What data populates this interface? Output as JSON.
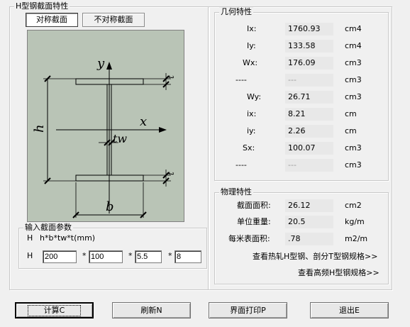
{
  "left_group": {
    "title": "H型钢截面特性",
    "tabs": [
      {
        "label": "对称截面",
        "active": true
      },
      {
        "label": "不对称截面",
        "active": false
      }
    ]
  },
  "diagram": {
    "y_label": "y",
    "x_label": "x",
    "h_label": "h",
    "b_label": "b",
    "t_label": "t",
    "tw_label": "tw"
  },
  "input_group": {
    "title": "输入截面参数",
    "formula_prefix": "H",
    "formula": "h*b*tw*t(mm)",
    "row_label": "H",
    "separator": "*",
    "values": [
      "200",
      "100",
      "5.5",
      "8"
    ]
  },
  "geometry": {
    "title": "几何特性",
    "rows": [
      {
        "label": "Ix:",
        "value": "1760.93",
        "unit": "cm4"
      },
      {
        "label": "Iy:",
        "value": "133.58",
        "unit": "cm4"
      },
      {
        "label": "Wx:",
        "value": "176.09",
        "unit": "cm3"
      },
      {
        "label": "----",
        "value": "---",
        "unit": "cm3"
      },
      {
        "label": "Wy:",
        "value": "26.71",
        "unit": "cm3"
      },
      {
        "label": "ix:",
        "value": "8.21",
        "unit": "cm"
      },
      {
        "label": "iy:",
        "value": "2.26",
        "unit": "cm"
      },
      {
        "label": "Sx:",
        "value": "100.07",
        "unit": "cm3"
      },
      {
        "label": "----",
        "value": "---",
        "unit": "cm3"
      }
    ]
  },
  "physical": {
    "title": "物理特性",
    "rows": [
      {
        "label": "截面面积:",
        "value": "26.12",
        "unit": "cm2"
      },
      {
        "label": "单位重量:",
        "value": "20.5",
        "unit": "kg/m"
      },
      {
        "label": "每米表面积:",
        "value": ".78",
        "unit": "m2/m"
      }
    ],
    "link1": "查看热轧H型钢、剖分T型钢规格>>",
    "link2": "查看高频H型钢规格>>"
  },
  "buttons": {
    "calc": "计算C",
    "refresh": "刷新N",
    "print": "界面打印P",
    "exit": "退出E"
  }
}
